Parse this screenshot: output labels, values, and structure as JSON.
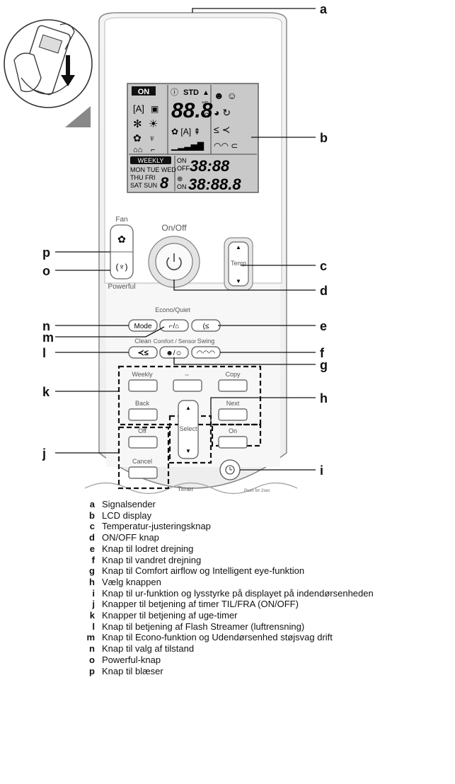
{
  "callouts": {
    "a": "a",
    "b": "b",
    "c": "c",
    "d": "d",
    "e": "e",
    "f": "f",
    "g": "g",
    "h": "h",
    "i": "i",
    "j": "j",
    "k": "k",
    "l": "l",
    "m": "m",
    "n": "n",
    "o": "o",
    "p": "p"
  },
  "remote": {
    "lcd": {
      "on_badge": "ON",
      "std": "STD",
      "temp_digits": "88.8",
      "unit_f": "°F",
      "unit_c": "°C",
      "weekly": "WEEKLY",
      "days_row1": "MON TUE WED",
      "days_row2": "THU FRI",
      "days_row3": "SAT SUN",
      "day_digit": "8",
      "off_label": "OFF",
      "on_label": "ON",
      "time1": "38:88",
      "time2": "38:88.8",
      "top_on": "ON"
    },
    "buttons": {
      "on_off_label": "On/Off",
      "fan_label": "Fan",
      "powerful_label": "Powerful",
      "temp_label": "Temp",
      "mode_label": "Mode",
      "econo_quiet_label": "Econo/Quiet",
      "clean_label": "Clean",
      "comfort_sensor_label": "Comfort / Sensor",
      "swing_label": "Swing",
      "weekly_label": "Weekly",
      "copy_label": "Copy",
      "back_label": "Back",
      "next_label": "Next",
      "select_label": "Select",
      "off_label": "Off",
      "on_label": "On",
      "cancel_label": "Cancel",
      "timer_label": "Timer",
      "push_label": "Push for 2sec"
    }
  },
  "legend": [
    {
      "key": "a",
      "text": "Signalsender"
    },
    {
      "key": "b",
      "text": "LCD display"
    },
    {
      "key": "c",
      "text": "Temperatur-justeringsknap"
    },
    {
      "key": "d",
      "text": "ON/OFF knap"
    },
    {
      "key": "e",
      "text": "Knap til lodret drejning"
    },
    {
      "key": "f",
      "text": "Knap til vandret drejning"
    },
    {
      "key": "g",
      "text": "Knap til Comfort airflow og Intelligent eye-funktion"
    },
    {
      "key": "h",
      "text": "Vælg knappen"
    },
    {
      "key": "i",
      "text": "Knap til ur-funktion og lysstyrke på displayet på indendørsenheden"
    },
    {
      "key": "j",
      "text": "Knapper til betjening af timer TIL/FRA (ON/OFF)"
    },
    {
      "key": "k",
      "text": "Knapper til betjening af uge-timer"
    },
    {
      "key": "l",
      "text": "Knap til betjening af Flash Streamer (luftrensning)"
    },
    {
      "key": "m",
      "text": "Knap til Econo-funktion og Udendørsenhed støjsvag drift"
    },
    {
      "key": "n",
      "text": "Knap til valg af tilstand"
    },
    {
      "key": "o",
      "text": "Powerful-knap"
    },
    {
      "key": "p",
      "text": "Knap til blæser"
    }
  ]
}
